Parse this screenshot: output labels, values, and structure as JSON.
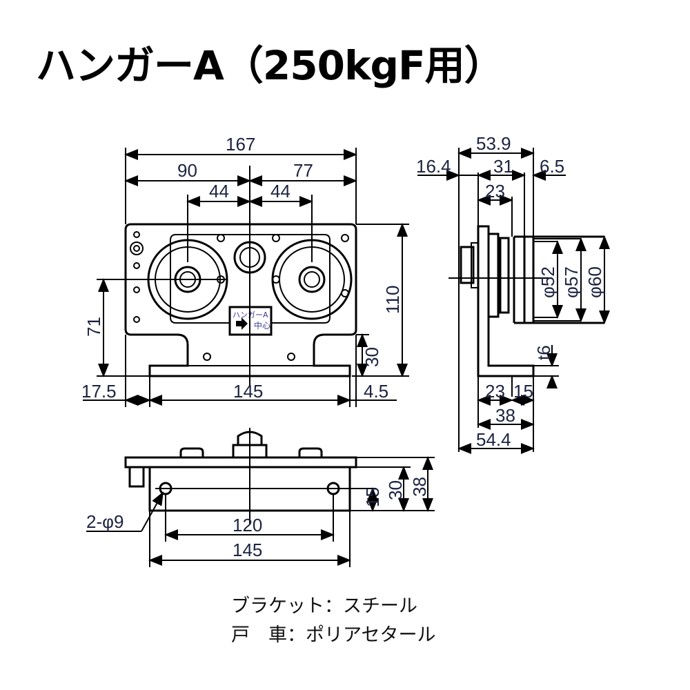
{
  "title": "ハンガーA（250kgF用）",
  "front_view": {
    "dims": {
      "overall": "167",
      "left": "90",
      "right": "77",
      "wheel_left": "44",
      "wheel_right": "44",
      "height": "110",
      "axle_height": "71",
      "leg_height": "30",
      "left_offset": "17.5",
      "base": "145",
      "right_offset": "4.5"
    },
    "label_top": "ハンガーA",
    "label_bottom": "中心"
  },
  "side_view": {
    "dims": {
      "overall_top": "53.9",
      "left": "16.4",
      "middle": "31",
      "right": "6.5",
      "inner": "23",
      "d52": "φ52",
      "d57": "φ57",
      "d60": "φ60",
      "thickness": "t6",
      "base_a": "23",
      "base_b": "15",
      "base_total": "38",
      "overall_bottom": "54.4"
    }
  },
  "bottom_view": {
    "dims": {
      "holes": "2-φ9",
      "hole_pitch": "120",
      "width": "145",
      "h15": "15",
      "h30": "30",
      "h38": "38"
    }
  },
  "notes": [
    "ブラケット：スチール",
    "戸　車：ポリアセタール"
  ],
  "colors": {
    "dimension_text": "#1c2340",
    "label_text": "#3a3a9a"
  }
}
